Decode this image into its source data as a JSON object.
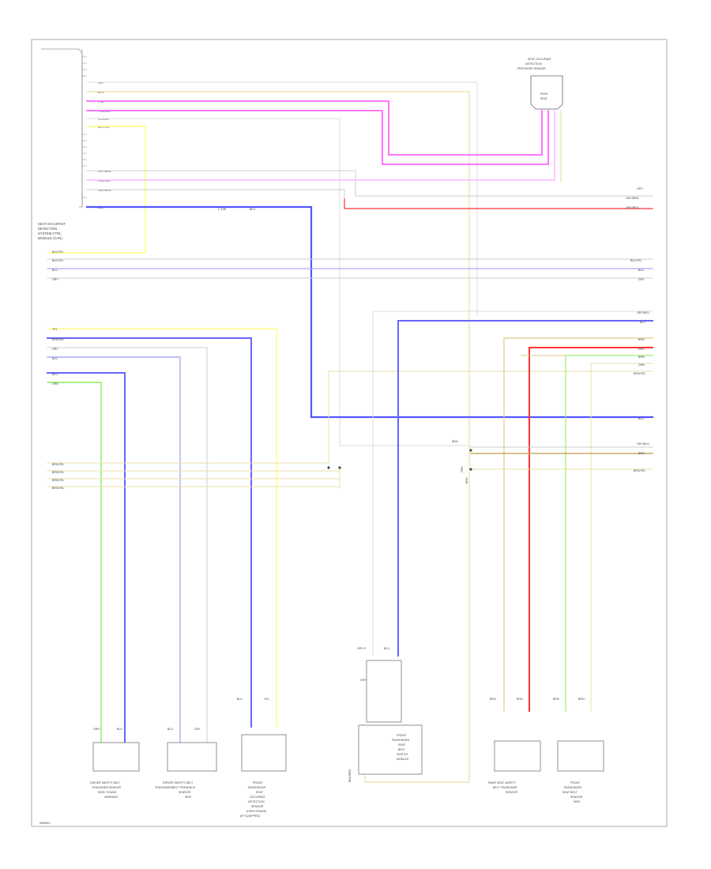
{
  "colors": {
    "border": "#aaaaaa",
    "wire_pink": "#ff55ff",
    "wire_red": "#ff2b2b",
    "wire_blue": "#5555ff",
    "wire_green": "#77ee55",
    "wire_yellow": "#ffff55",
    "wire_tan": "#e8d49a",
    "wire_gray": "#cccccc",
    "wire_lavender": "#a9a9ff"
  },
  "labels": {
    "control_module": [
      "SEAT OCCUPANT",
      "DETECTION",
      "SYSTEM CTRL",
      "MODULE (CAN)"
    ],
    "top_sensor": [
      "SEAT OCCUPANT",
      "DETECTION",
      "PRESSURE SENSOR"
    ],
    "top_sensor_inner": [
      "PASS",
      "SEAT"
    ],
    "module_wires": [
      "GRY",
      "BRN",
      "PNK",
      "PNK/RED",
      "VIO/GRY",
      "BLK/YEL",
      "GRY/BRN",
      "PNK/RED",
      "GRY/BRN",
      "BLU"
    ],
    "splice_mid": "C 10B",
    "blu_mid": "BLU",
    "right_top": [
      "GRY",
      "GRY/BRN",
      "GRY/RED"
    ],
    "left_mid": [
      "BLK/YEL",
      "BLK/YEL",
      "BLU",
      "GRY"
    ],
    "right_mid": [
      "BLK/YEL",
      "BLK/YEL",
      "BLU",
      "GRY"
    ],
    "left_group1": [
      "YEL",
      "BRN/YEL",
      "GRY",
      "BLU"
    ],
    "left_group2": [
      "BLU",
      "GRN"
    ],
    "right_group1": [
      "GRY/BLU",
      "BLU"
    ],
    "right_group2": [
      "BRN",
      "RED",
      "BRN",
      "GRN",
      "BRN/YEL"
    ],
    "right_blu": "BLU",
    "right_group3": [
      "GRY/BLU",
      "BRN"
    ],
    "right_group4": "BRN/YEL",
    "left_group3": [
      "BRN/YEL",
      "BRN/YEL",
      "BRN/YEL",
      "BRN/YEL"
    ],
    "ground_mid": "BRN",
    "ground_mid2": "GRY",
    "ground_mid3": "BRN",
    "bottom_wire_labels": {
      "c1a": "GRN",
      "c1b": "BLU",
      "c2a": "BLU",
      "c2b": "GRY",
      "c3a": "BLU",
      "c3b": "YEL",
      "c5a": "BRN",
      "c5b": "BRN",
      "c6a": "BRN",
      "c6b": "BRN",
      "pm_a": "GRY/Y",
      "pm_b": "BLU",
      "pm_c": "GRY/B",
      "pm_d": "BLU",
      "pm_e": "BRN/RED"
    },
    "comp1": [
      "DRIVER SAFETY BELT",
      "TENSIONER SENSOR",
      "SIDE/ SOUND",
      "WARNING"
    ],
    "comp2": [
      "DRIVER SAFETY BELT",
      "TENSIONER/BELT PRESENCE",
      "SENSOR",
      "SIDE"
    ],
    "comp3": [
      "FRONT",
      "PASSENGER",
      "SEAT",
      "OCCUPANT",
      "DETECTION",
      "SENSOR",
      "(HIGH GRADE)",
      "(IF EQUIPPED)"
    ],
    "comp4": [
      "FRONT",
      "PASSENGER",
      "SEAT",
      "BELT",
      "SWITCH",
      "MODULE"
    ],
    "comp5": [
      "REAR SEAT SAFETY",
      "BELT TENSIONER",
      "SENSOR"
    ],
    "comp6": [
      "FRONT",
      "PASSENGER",
      "SEAT BELT",
      "SENSOR",
      "SIDE"
    ],
    "footer_code": "W9054C"
  }
}
